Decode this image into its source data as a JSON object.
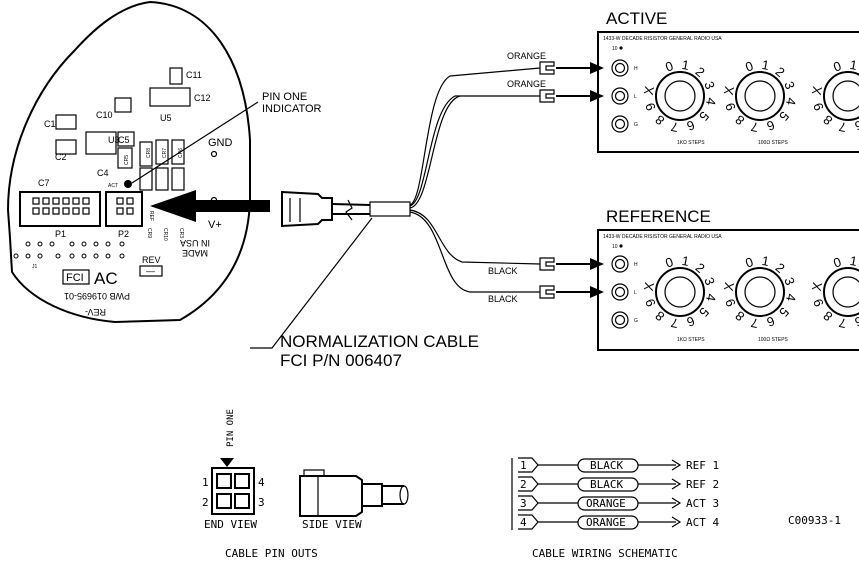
{
  "board": {
    "components": {
      "c11": "C11",
      "c12": "C12",
      "c10": "C10",
      "u5": "U5",
      "c1": "C1",
      "u3": "U3",
      "c5": "C5",
      "c2": "C2",
      "cr5": "CR5",
      "cr8": "CR8",
      "cr7": "CR7",
      "cr6": "CR6",
      "c4": "C4",
      "act": "ACT",
      "c7": "C7",
      "ref": "REF",
      "cr9": "CR9",
      "cr10": "CR10",
      "cr3": "CR3",
      "gnd": "GND",
      "vplus": "V+",
      "p1": "P1",
      "p2": "P2",
      "j1": "J1",
      "fci": "FCI",
      "ac": "AC",
      "rev_box": "REV",
      "rev_mark": "—",
      "made": "MADE",
      "in_usa": "IN USA",
      "pwb": "PWB 019695-01",
      "rev_dash": "REV-"
    }
  },
  "pin_one_indicator": [
    "PIN ONE",
    "INDICATOR"
  ],
  "boxes": {
    "active": {
      "title": "ACTIVE",
      "header": "1433-W DECADE RISISTOR   GENERAL RADIO USA",
      "terminals": [
        "H",
        "L",
        "G"
      ],
      "range_label": "10",
      "step1": "1KΩ STEPS",
      "step2": "100Ω STEPS"
    },
    "reference": {
      "title": "REFERENCE",
      "header": "1433-W DECADE RISISTOR   GENERAL RADIO USA",
      "terminals": [
        "H",
        "L",
        "G"
      ],
      "range_label": "10",
      "step1": "1KΩ STEPS",
      "step2": "100Ω STEPS"
    },
    "dial_digits": [
      "0",
      "1",
      "2",
      "3",
      "4",
      "5",
      "6",
      "7",
      "8",
      "9",
      "X"
    ]
  },
  "leads": [
    {
      "color_label": "ORANGE"
    },
    {
      "color_label": "ORANGE"
    },
    {
      "color_label": "BLACK"
    },
    {
      "color_label": "BLACK"
    }
  ],
  "normalization_cable": {
    "name": "NORMALIZATION CABLE",
    "part_number": "FCI P/N 006407"
  },
  "pin_outs": {
    "pin_one": "PIN ONE",
    "pins": [
      "1",
      "2",
      "4",
      "3"
    ],
    "end_view": "END VIEW",
    "side_view": "SIDE VIEW",
    "caption": "CABLE PIN OUTS"
  },
  "schematic": {
    "rows": [
      {
        "pin": "1",
        "wire": "BLACK",
        "dest": "REF 1"
      },
      {
        "pin": "2",
        "wire": "BLACK",
        "dest": "REF 2"
      },
      {
        "pin": "3",
        "wire": "ORANGE",
        "dest": "ACT 3"
      },
      {
        "pin": "4",
        "wire": "ORANGE",
        "dest": "ACT 4"
      }
    ],
    "caption": "CABLE WIRING SCHEMATIC"
  },
  "drawing_number": "C00933-1"
}
